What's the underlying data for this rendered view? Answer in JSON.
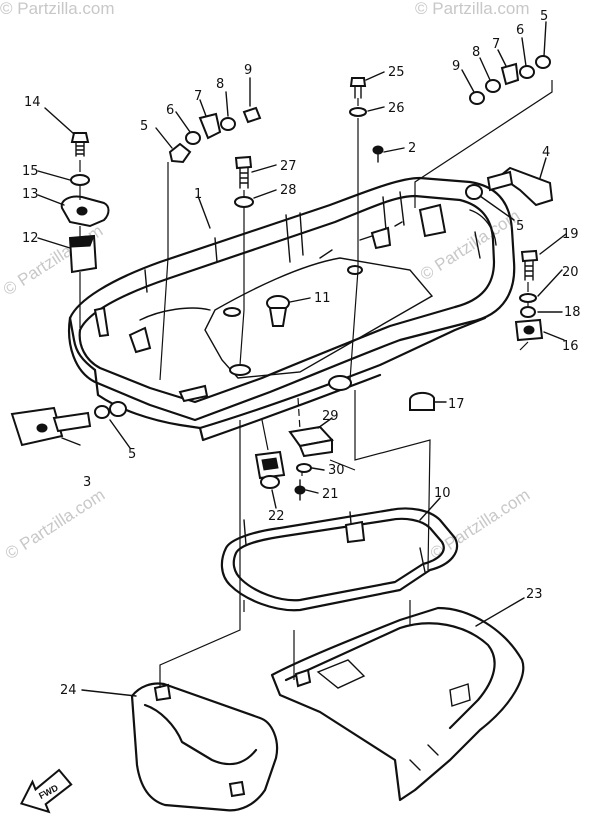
{
  "watermark": "© Partzilla.com",
  "fwd_label": "FWD",
  "callouts": [
    {
      "id": "c-14",
      "label": "14"
    },
    {
      "id": "c-15",
      "label": "15"
    },
    {
      "id": "c-13",
      "label": "13"
    },
    {
      "id": "c-12",
      "label": "12"
    },
    {
      "id": "c-3",
      "label": "3"
    },
    {
      "id": "c-5a",
      "label": "5"
    },
    {
      "id": "c-5b",
      "label": "5"
    },
    {
      "id": "c-6a",
      "label": "6"
    },
    {
      "id": "c-7a",
      "label": "7"
    },
    {
      "id": "c-8a",
      "label": "8"
    },
    {
      "id": "c-9a",
      "label": "9"
    },
    {
      "id": "c-27",
      "label": "27"
    },
    {
      "id": "c-28",
      "label": "28"
    },
    {
      "id": "c-1",
      "label": "1"
    },
    {
      "id": "c-11",
      "label": "11"
    },
    {
      "id": "c-25",
      "label": "25"
    },
    {
      "id": "c-26",
      "label": "26"
    },
    {
      "id": "c-2",
      "label": "2"
    },
    {
      "id": "c-9b",
      "label": "9"
    },
    {
      "id": "c-8b",
      "label": "8"
    },
    {
      "id": "c-7b",
      "label": "7"
    },
    {
      "id": "c-6b",
      "label": "6"
    },
    {
      "id": "c-5c",
      "label": "5"
    },
    {
      "id": "c-4",
      "label": "4"
    },
    {
      "id": "c-5d",
      "label": "5"
    },
    {
      "id": "c-19",
      "label": "19"
    },
    {
      "id": "c-20",
      "label": "20"
    },
    {
      "id": "c-18",
      "label": "18"
    },
    {
      "id": "c-16",
      "label": "16"
    },
    {
      "id": "c-17",
      "label": "17"
    },
    {
      "id": "c-29",
      "label": "29"
    },
    {
      "id": "c-30",
      "label": "30"
    },
    {
      "id": "c-21",
      "label": "21"
    },
    {
      "id": "c-22",
      "label": "22"
    },
    {
      "id": "c-10",
      "label": "10"
    },
    {
      "id": "c-23",
      "label": "23"
    },
    {
      "id": "c-24",
      "label": "24"
    }
  ]
}
